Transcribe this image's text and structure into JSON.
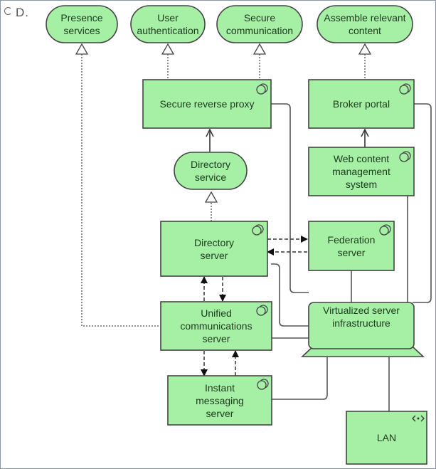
{
  "option": {
    "label": "D."
  },
  "colors": {
    "node_fill": "#a6f0a6",
    "stroke": "#444444",
    "text": "#1c3a1c"
  },
  "services": {
    "presence": "Presence\nservices",
    "user_auth": "User\nauthentication",
    "secure_comm": "Secure\ncommunication",
    "assemble": "Assemble relevant\ncontent",
    "directory_service": "Directory\nservice"
  },
  "components": {
    "secure_reverse_proxy": "Secure reverse proxy",
    "broker_portal": "Broker portal",
    "wcms": "Web content\nmanagement\nsystem",
    "directory_server": "Directory\nserver",
    "federation_server": "Federation\nserver",
    "unified_comm_server": "Unified\ncommunications\nserver",
    "instant_messaging_server": "Instant\nmessaging\nserver"
  },
  "nodes": {
    "virtualized_infra": "Virtualized server\ninfrastructure",
    "lan": "LAN"
  },
  "icons": {
    "component": "component-icon",
    "network": "network-icon"
  }
}
